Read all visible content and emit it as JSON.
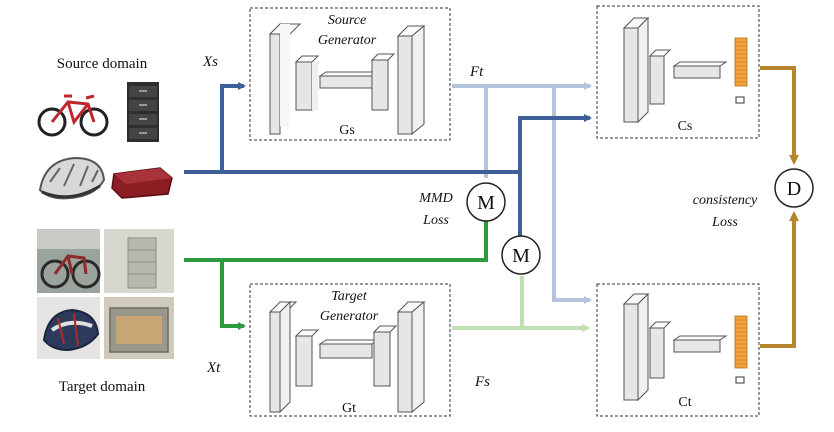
{
  "labels": {
    "source_domain": "Source domain",
    "target_domain": "Target domain",
    "xs": "Xs",
    "xt": "Xt",
    "ft": "Ft",
    "fs": "Fs",
    "mmd_line1": "MMD",
    "mmd_line2": "Loss",
    "consistency_line1": "consistency",
    "consistency_line2": "Loss"
  },
  "source_generator": {
    "title_line1": "Source",
    "title_line2": "Generator",
    "short": "Gs"
  },
  "target_generator": {
    "title_line1": "Target",
    "title_line2": "Generator",
    "short": "Gt"
  },
  "source_classifier": {
    "short": "Cs"
  },
  "target_classifier": {
    "short": "Ct"
  },
  "nodes": {
    "mmd_top": "M",
    "mmd_bottom": "M",
    "discriminator": "D"
  },
  "icons": {
    "source": [
      "bicycle-icon",
      "file-cabinet-icon",
      "helmet-icon",
      "tray-icon"
    ],
    "target": [
      "bicycle-photo-icon",
      "cabinet-photo-icon",
      "helmet-photo-icon",
      "tray-photo-icon"
    ]
  },
  "colors": {
    "source_path": "#3f5f9a",
    "target_path": "#2c9a3f",
    "ft_path": "#b4c4dc",
    "fs_path": "#bfe0b0",
    "consistency_path": "#b8862e",
    "classifier_output": "#f4a23c"
  }
}
